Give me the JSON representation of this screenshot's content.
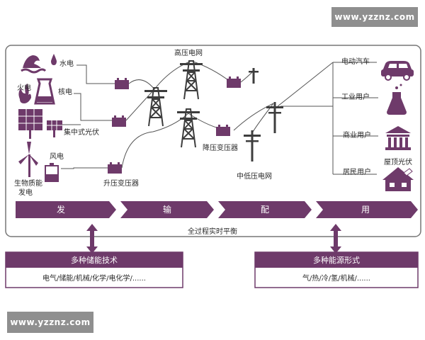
{
  "watermark": {
    "top": "www.yzznz.com",
    "bottom": "www.yzznz.com"
  },
  "sources": {
    "hydro": "水电",
    "thermal": "火电",
    "nuclear": "核电",
    "central_pv": "集中式光伏",
    "wind": "风电",
    "biomass_line1": "生物质能",
    "biomass_line2": "发电"
  },
  "grid": {
    "high_voltage": "高压电网",
    "step_down": "降压变压器",
    "step_up": "升压变压器",
    "mid_low_voltage": "中低压电网"
  },
  "consumers": {
    "ev": "电动汽车",
    "industrial": "工业用户",
    "commercial": "商业用户",
    "residential": "居民用户",
    "rooftop_pv": "屋顶光伏"
  },
  "stages": [
    "发",
    "输",
    "配",
    "用"
  ],
  "balance": "全过程实时平衡",
  "storage": {
    "title": "多种储能技术",
    "detail": "电气/储能/机械/化学/电化学/......"
  },
  "energy_forms": {
    "title": "多种能源形式",
    "detail": "气/热/冷/氢/机械/......"
  },
  "colors": {
    "accent": "#6e3a6a",
    "line": "#555555",
    "frame": "#777777"
  }
}
